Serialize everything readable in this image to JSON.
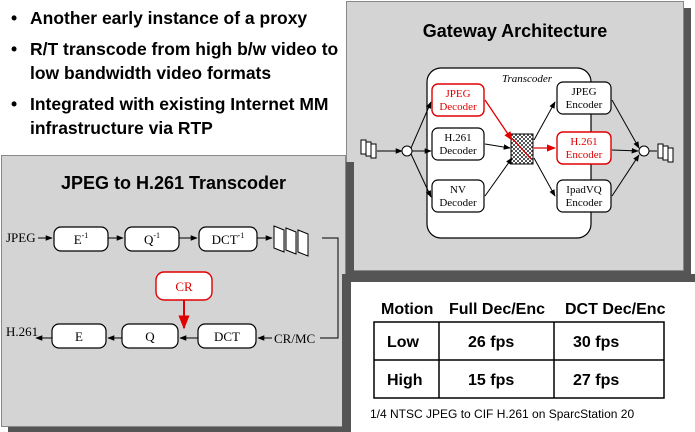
{
  "bullets": [
    "Another early instance of a proxy",
    "R/T transcode from high b/w video to low bandwidth video formats",
    "Integrated with existing Internet MM infrastructure via RTP"
  ],
  "bullet_glyph": "•",
  "gateway": {
    "title": "Gateway Architecture",
    "transcoder_label": "Transcoder",
    "decoders": [
      {
        "line1": "JPEG",
        "line2": "Decoder"
      },
      {
        "line1": "H.261",
        "line2": "Decoder"
      },
      {
        "line1": "NV",
        "line2": "Decoder"
      }
    ],
    "encoders": [
      {
        "line1": "JPEG",
        "line2": "Encoder"
      },
      {
        "line1": "H.261",
        "line2": "Encoder"
      },
      {
        "line1": "IpadVQ",
        "line2": "Encoder"
      }
    ]
  },
  "transcoder": {
    "title": "JPEG to H.261 Transcoder",
    "input_label": "JPEG",
    "output_label": "H.261",
    "feedback_label": "CR/MC",
    "cr_label": "CR",
    "top_row": {
      "e": "E",
      "q": "Q",
      "dct": "DCT",
      "exp": "-1"
    },
    "bottom_row": {
      "e": "E",
      "q": "Q",
      "dct": "DCT"
    }
  },
  "table": {
    "headers": [
      "Motion",
      "Full Dec/Enc",
      "DCT Dec/Enc"
    ],
    "rows": [
      [
        "Low",
        "26 fps",
        "30 fps"
      ],
      [
        "High",
        "15 fps",
        "27 fps"
      ]
    ],
    "caption": "1/4 NTSC JPEG to CIF H.261 on SparcStation 20"
  },
  "colors": {
    "panel": "#d4d4d4",
    "highlight": "#e00000",
    "shadow": "#555555"
  }
}
